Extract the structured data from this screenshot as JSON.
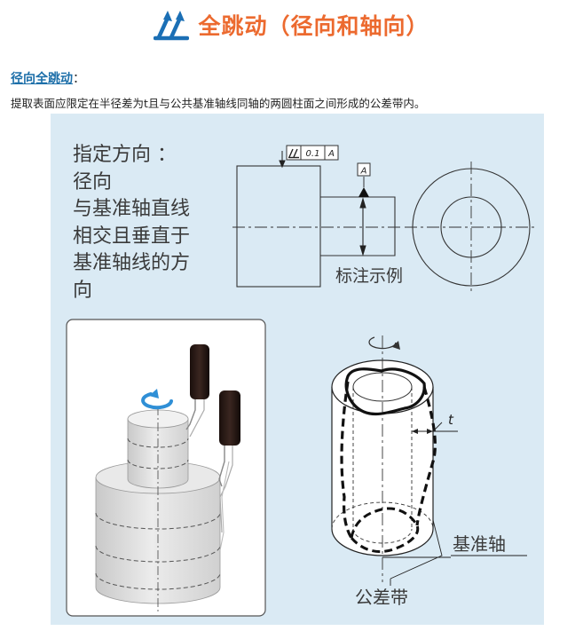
{
  "header": {
    "title": "全跳动（径向和轴向）",
    "icon": "double-arrow-icon",
    "icon_color": "#1b6fb5",
    "title_color": "#ec6a2f"
  },
  "section": {
    "heading": "径向全跳动",
    "colon": "：",
    "description": "提取表面应限定在半径差为t且与公共基准轴线同轴的两圆柱面之间形成的公差带内。"
  },
  "figure": {
    "background": "#daeaf4",
    "note_lines": [
      "指定方向 ：",
      "径向",
      "与基准轴直线",
      "相交且垂直于",
      "基准轴线的方",
      "向"
    ],
    "frame": {
      "tolerance": "0.1",
      "datum_ref": "A"
    },
    "datum_label": "A",
    "example_label": "标注示例",
    "tolerance_symbol": "t",
    "axis_label": "基准轴",
    "zone_label": "公差带"
  }
}
